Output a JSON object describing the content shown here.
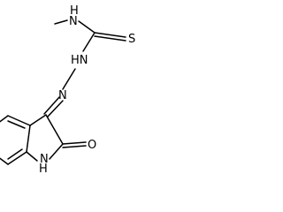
{
  "molecule": {
    "atom_labels": {
      "methyl_nh": "H",
      "methyl_n": "N",
      "thione_s": "S",
      "hydrazine_nh": "HN",
      "hydrazone_n": "N",
      "lactam_nh": "H",
      "lactam_n": "N",
      "carbonyl_o": "O"
    }
  }
}
